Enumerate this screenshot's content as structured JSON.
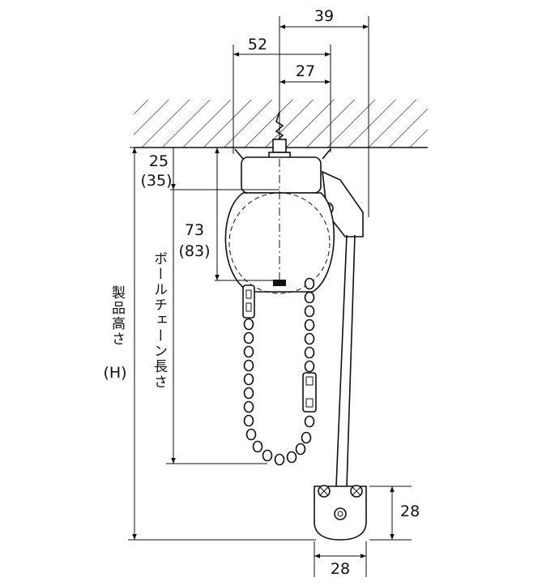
{
  "dimensions": {
    "top_width_39": "39",
    "top_width_52": "52",
    "top_width_27": "27",
    "offset_25": "25",
    "offset_35": "(35)",
    "offset_73": "73",
    "offset_83": "(83)",
    "bottom_height_28": "28",
    "bottom_width_28": "28"
  },
  "labels": {
    "ball_chain_length": "ボールチェーン長さ",
    "product_height": "製品高さ",
    "product_height_symbol": "(H)"
  }
}
